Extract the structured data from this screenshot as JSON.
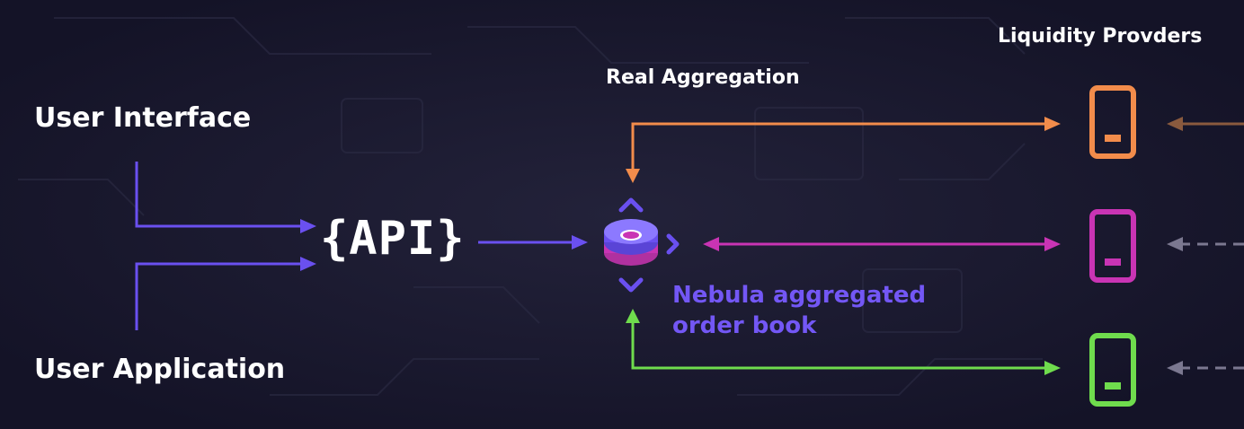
{
  "diagram": {
    "user_interface_label": "User Interface",
    "user_application_label": "User Application",
    "api_label": "{API}",
    "real_aggregation_label": "Real Aggregation",
    "liquidity_providers_label": "Liquidity Provders",
    "nebula_label_line1": "Nebula aggregated",
    "nebula_label_line2": "order book"
  },
  "colors": {
    "background": "#16152a",
    "purple": "#6a50f0",
    "orange": "#f28c4b",
    "magenta": "#c934b4",
    "green": "#6fdc4d",
    "nebula_text": "#7357f5",
    "brown": "#8a5a3e",
    "gray_dashed": "#7b7890"
  },
  "icons": [
    "server-icon-orange",
    "server-icon-magenta",
    "server-icon-green",
    "order-book-icon",
    "chevron-up-icon",
    "chevron-down-icon",
    "chevron-right-icon"
  ]
}
